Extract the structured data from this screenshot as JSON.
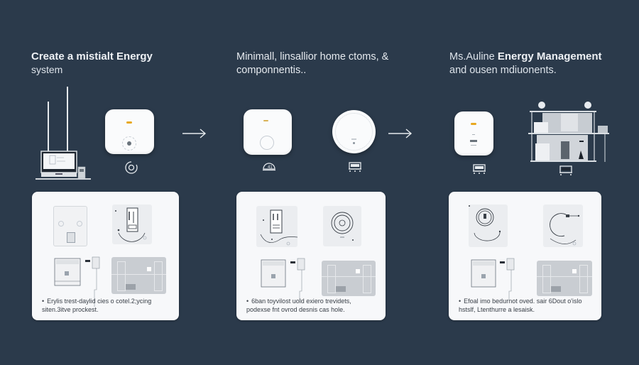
{
  "colors": {
    "background": "#2b3a4b",
    "card": "#f7f8fa",
    "device": "#fafbfc",
    "led_accent": "#e8a820",
    "line": "#dfe4ea"
  },
  "steps": [
    {
      "heading_bold": "Create a mistialt Energy",
      "heading_light": "system",
      "devices": [
        "computer-with-antennas",
        "square-hub"
      ],
      "caption_icon": "rotate-icon",
      "card_text": "Erylis trest-daylid cies o cotel.2;ycing siten.3itve prockest.",
      "card_thumbs": [
        "wall-switch-panel",
        "thermostat-display",
        "appliance-schematic",
        "room-interior"
      ]
    },
    {
      "heading_bold": "",
      "heading_light_1": "Minimall, linsallior home ctoms, &",
      "heading_light_2": "componnentis..",
      "devices": [
        "square-hub",
        "round-sensor"
      ],
      "caption_icons": [
        "dome-icon",
        "device-tray-icon"
      ],
      "card_text": "6ban toyvilost uold exiero trevidets, podexse fnt ovrod desnis cas hole.",
      "card_thumbs": [
        "thermostat-display",
        "round-dial",
        "appliance-schematic",
        "room-interior"
      ]
    },
    {
      "heading_light_1": "Ms.Auline",
      "heading_bold": "Energy Management",
      "heading_light_2": "and ousen mdiuonents.",
      "devices": [
        "tall-hub",
        "house-cutaway"
      ],
      "caption_icons": [
        "device-tray-icon",
        "device-tray-icon"
      ],
      "card_text": "Efoal imo bedurnot oved. sair 6Dout o'islo hstslf, Ltenthurre a lesaisk.",
      "card_thumbs": [
        "round-dial-arc",
        "arc-diagram",
        "appliance-schematic",
        "room-interior"
      ]
    }
  ],
  "arrows": [
    "arrow-right",
    "arrow-right"
  ],
  "bullet": "•"
}
